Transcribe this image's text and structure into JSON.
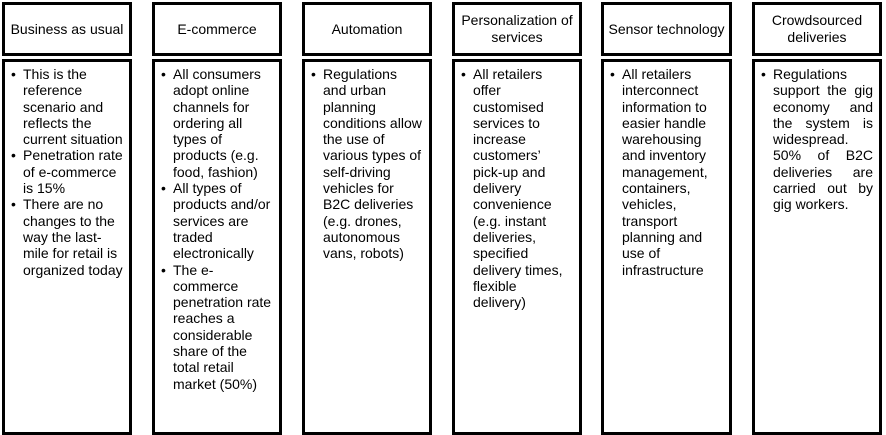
{
  "columns": [
    {
      "header": "Business as usual",
      "items": [
        "This is the reference scenario and reflects the current situation",
        "Penetration rate of e-commerce is 15%",
        "There are no changes to the way the last-mile for retail is organized today"
      ]
    },
    {
      "header": "E-commerce",
      "items": [
        "All consumers adopt online channels for ordering all types of products (e.g. food, fashion)",
        "All types of products and/or services are traded electronically",
        "The e-commerce penetration rate reaches a considerable share of the total retail market (50%)"
      ]
    },
    {
      "header": "Automation",
      "items": [
        "Regulations and urban planning conditions allow the use of various types of self-driving vehicles for B2C deliveries (e.g. drones, autonomous vans, robots)"
      ]
    },
    {
      "header": "Personalization of services",
      "items": [
        "All retailers offer customised services to increase customers’ pick-up and delivery convenience (e.g. instant deliveries, specified delivery times, flexible delivery)"
      ]
    },
    {
      "header": "Sensor technology",
      "items": [
        "All retailers interconnect information to easier handle warehousing and inventory management, containers, vehicles, transport planning and use of infrastructure"
      ]
    },
    {
      "header": "Crowdsourced deliveries",
      "items": [
        "Regulations support the gig economy and the system is widespread. 50% of B2C deliveries are carried out by gig workers."
      ]
    }
  ]
}
